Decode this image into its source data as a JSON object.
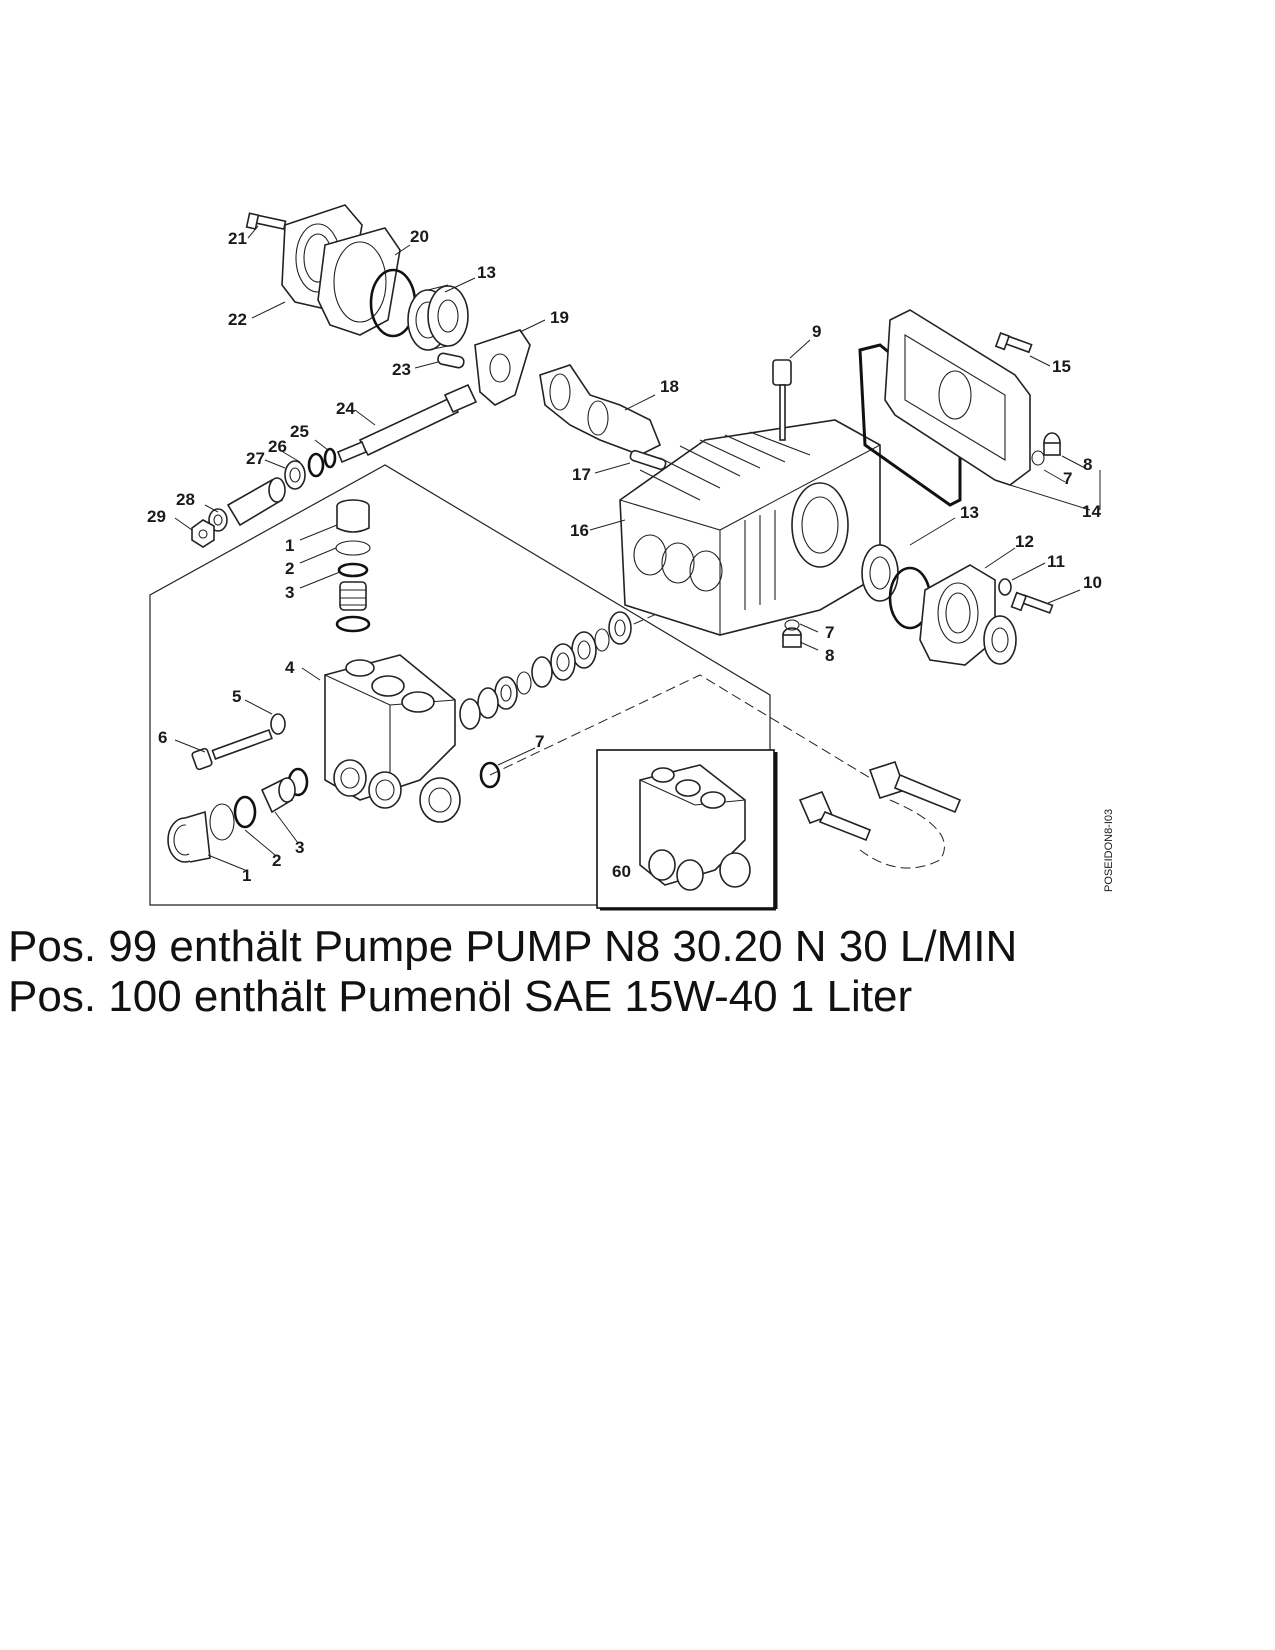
{
  "diagram": {
    "reference_code": "POSEIDON8-I03",
    "labels": {
      "l1a": "1",
      "l1b": "1",
      "l2a": "2",
      "l2b": "2",
      "l3a": "3",
      "l3b": "3",
      "l4": "4",
      "l5": "5",
      "l6": "6",
      "l7a": "7",
      "l7b": "7",
      "l7c": "7",
      "l8a": "8",
      "l8b": "8",
      "l9": "9",
      "l10": "10",
      "l11": "11",
      "l12": "12",
      "l13a": "13",
      "l13b": "13",
      "l14": "14",
      "l15": "15",
      "l16": "16",
      "l17": "17",
      "l18": "18",
      "l19": "19",
      "l20": "20",
      "l21": "21",
      "l22": "22",
      "l23": "23",
      "l24": "24",
      "l25": "25",
      "l26": "26",
      "l27": "27",
      "l28": "28",
      "l29": "29",
      "l60": "60"
    }
  },
  "notes": {
    "line1": "Pos. 99 enthält Pumpe PUMP N8 30.20 N 30 L/MIN",
    "line2": "Pos. 100 enthält Pumenöl SAE 15W-40 1 Liter"
  }
}
